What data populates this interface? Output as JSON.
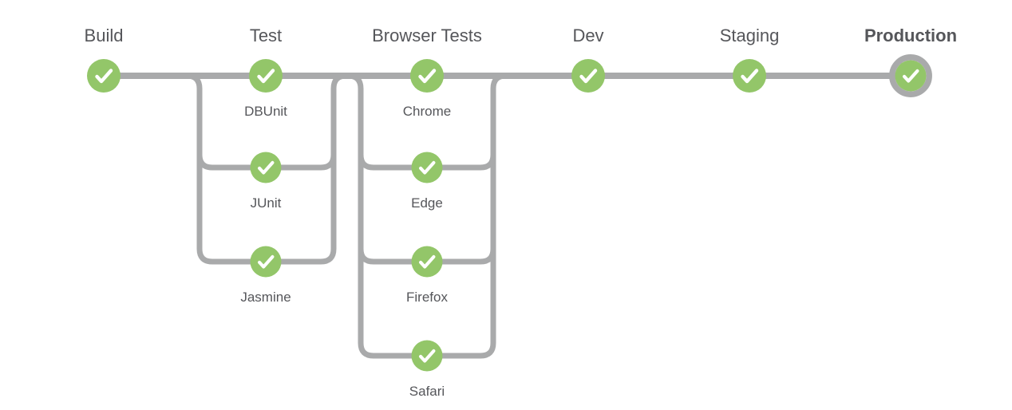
{
  "diagram": {
    "title": "ci-cd-pipeline",
    "stages": [
      {
        "label": "Build",
        "status": "passed",
        "status_icon": "check-icon"
      },
      {
        "label": "Test",
        "status": "passed",
        "status_icon": "check-icon",
        "jobs": [
          {
            "label": "DBUnit",
            "status": "passed",
            "status_icon": "check-icon"
          },
          {
            "label": "JUnit",
            "status": "passed",
            "status_icon": "check-icon"
          },
          {
            "label": "Jasmine",
            "status": "passed",
            "status_icon": "check-icon"
          }
        ]
      },
      {
        "label": "Browser Tests",
        "status": "passed",
        "status_icon": "check-icon",
        "jobs": [
          {
            "label": "Chrome",
            "status": "passed",
            "status_icon": "check-icon"
          },
          {
            "label": "Edge",
            "status": "passed",
            "status_icon": "check-icon"
          },
          {
            "label": "Firefox",
            "status": "passed",
            "status_icon": "check-icon"
          },
          {
            "label": "Safari",
            "status": "passed",
            "status_icon": "check-icon"
          }
        ]
      },
      {
        "label": "Dev",
        "status": "passed",
        "status_icon": "check-icon"
      },
      {
        "label": "Staging",
        "status": "passed",
        "status_icon": "check-icon"
      },
      {
        "label": "Production",
        "status": "passed",
        "status_icon": "check-icon",
        "highlighted": true
      }
    ],
    "colors": {
      "success_green": "#93C669",
      "line_gray": "#A9AAAB",
      "text_gray": "#55565A",
      "background": "#FFFFFF"
    }
  }
}
